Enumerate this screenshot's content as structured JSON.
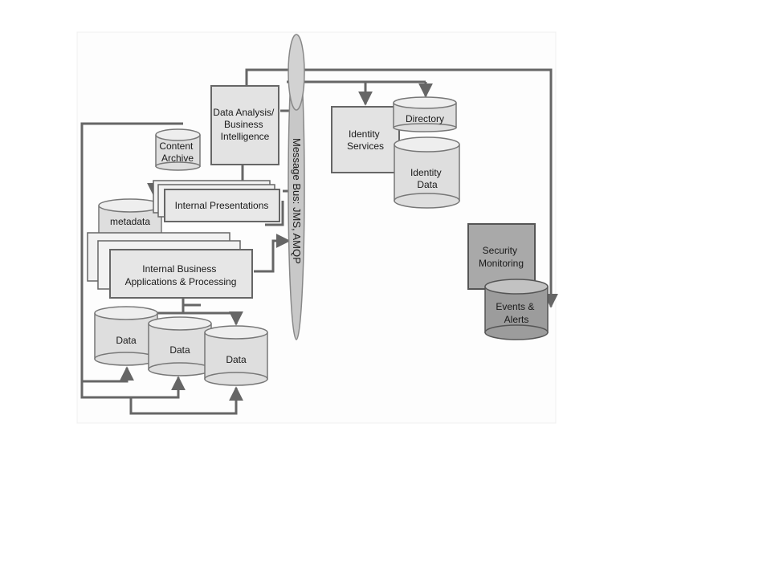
{
  "diagram": {
    "bus_label": "Message Bus: JMS, AMQP",
    "nodes": {
      "data_analysis": [
        "Data Analysis/",
        "Business",
        "Intelligence"
      ],
      "content_archive": [
        "Content",
        "Archive"
      ],
      "internal_presentations": [
        "Internal Presentations"
      ],
      "metadata": [
        "metadata"
      ],
      "internal_business": [
        "Internal Business",
        "Applications & Processing"
      ],
      "data_1": [
        "Data"
      ],
      "data_2": [
        "Data"
      ],
      "data_3": [
        "Data"
      ],
      "identity_services": [
        "Identity",
        "Services"
      ],
      "directory": [
        "Directory"
      ],
      "identity_data": [
        "Identity",
        "Data"
      ],
      "security_monitoring": [
        "Security",
        "Monitoring"
      ],
      "events_alerts": [
        "Events &",
        "Alerts"
      ]
    },
    "colors": {
      "background": "#ffffff",
      "panel": "#fdfdfd",
      "box_fill": "#e3e3e3",
      "cylinder_fill": "#dedede",
      "cylinder_top": "#eeeeee",
      "dark_box": "#a9a9a9",
      "dark_cylinder": "#9c9c9c",
      "dark_cylinder_top": "#c2c2c2",
      "bus_fill": "#c8c8c8",
      "stroke": "#666666"
    }
  }
}
